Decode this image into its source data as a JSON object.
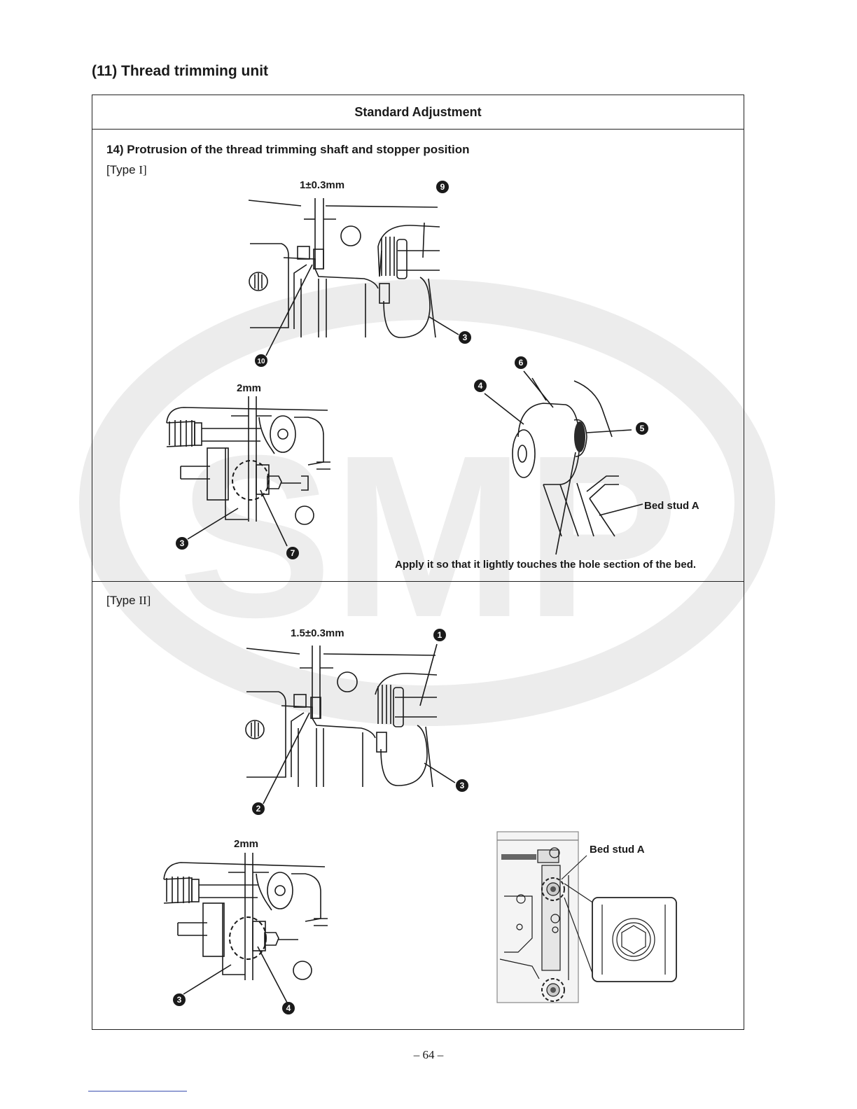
{
  "page": {
    "section_number": "(11)",
    "section_title": "Thread trimming unit",
    "page_number": "– 64 –",
    "watermark_text": "SMP"
  },
  "table": {
    "header": "Standard Adjustment",
    "step_title": "14)   Protrusion of the thread trimming shaft and stopper position",
    "type1": {
      "label_prefix": "[Type ",
      "label_numeral": "I",
      "label_suffix": "]",
      "dim_top": "1±0.3mm",
      "dim_bottom": "2mm",
      "callouts": [
        "9",
        "3",
        "10",
        "6",
        "4",
        "5",
        "3",
        "7"
      ],
      "bed_stud_label": "Bed stud A",
      "note": "Apply it so that it lightly touches the hole section of the bed."
    },
    "type2": {
      "label_prefix": "[Type ",
      "label_numeral": "II",
      "label_suffix": "]",
      "dim_top": "1.5±0.3mm",
      "dim_bottom": "2mm",
      "callouts": [
        "1",
        "3",
        "2",
        "3",
        "4"
      ],
      "bed_stud_label": "Bed stud A"
    }
  },
  "colors": {
    "ink": "#1a1a1a",
    "watermark": "#ececec",
    "footer_rule": "#3a4fb0"
  }
}
